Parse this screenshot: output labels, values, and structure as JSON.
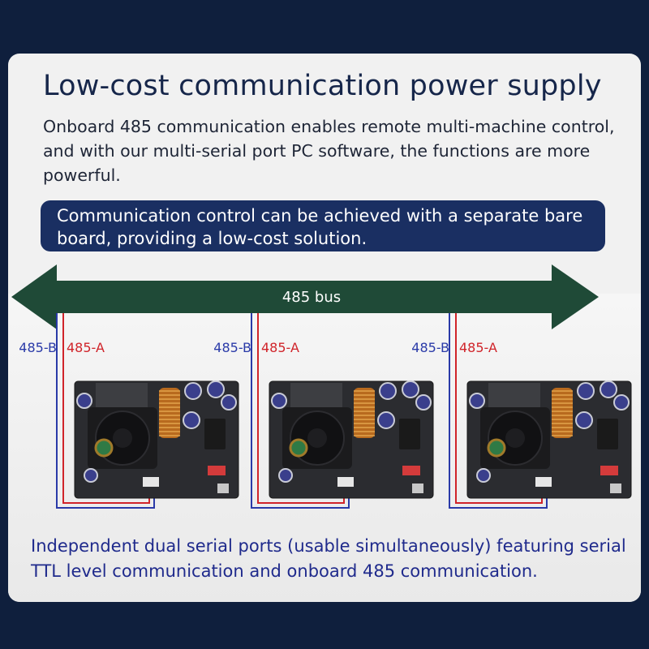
{
  "title": "Low-cost communication power supply",
  "intro": "Onboard 485 communication enables remote multi-machine control, and with our multi-serial port PC software, the functions are more powerful.",
  "banner": "Communication control can be achieved with a separate bare board, providing a low-cost solution.",
  "bus": {
    "label": "485 bus",
    "color": "#1f4a37"
  },
  "boards": [
    {
      "label_b": "485-B",
      "label_a": "485-A"
    },
    {
      "label_b": "485-B",
      "label_a": "485-A"
    },
    {
      "label_b": "485-B",
      "label_a": "485-A"
    }
  ],
  "wire_colors": {
    "b": "#2a3aa8",
    "a": "#d0242a"
  },
  "footer": "Independent dual serial ports (usable simultaneously) featuring serial TTL level communication and onboard 485 communication.",
  "colors": {
    "background": "#0f1f3d",
    "card": "#f1f1f1",
    "banner": "#1a2f62",
    "title": "#16264a",
    "footer_text": "#1f2a8c"
  }
}
